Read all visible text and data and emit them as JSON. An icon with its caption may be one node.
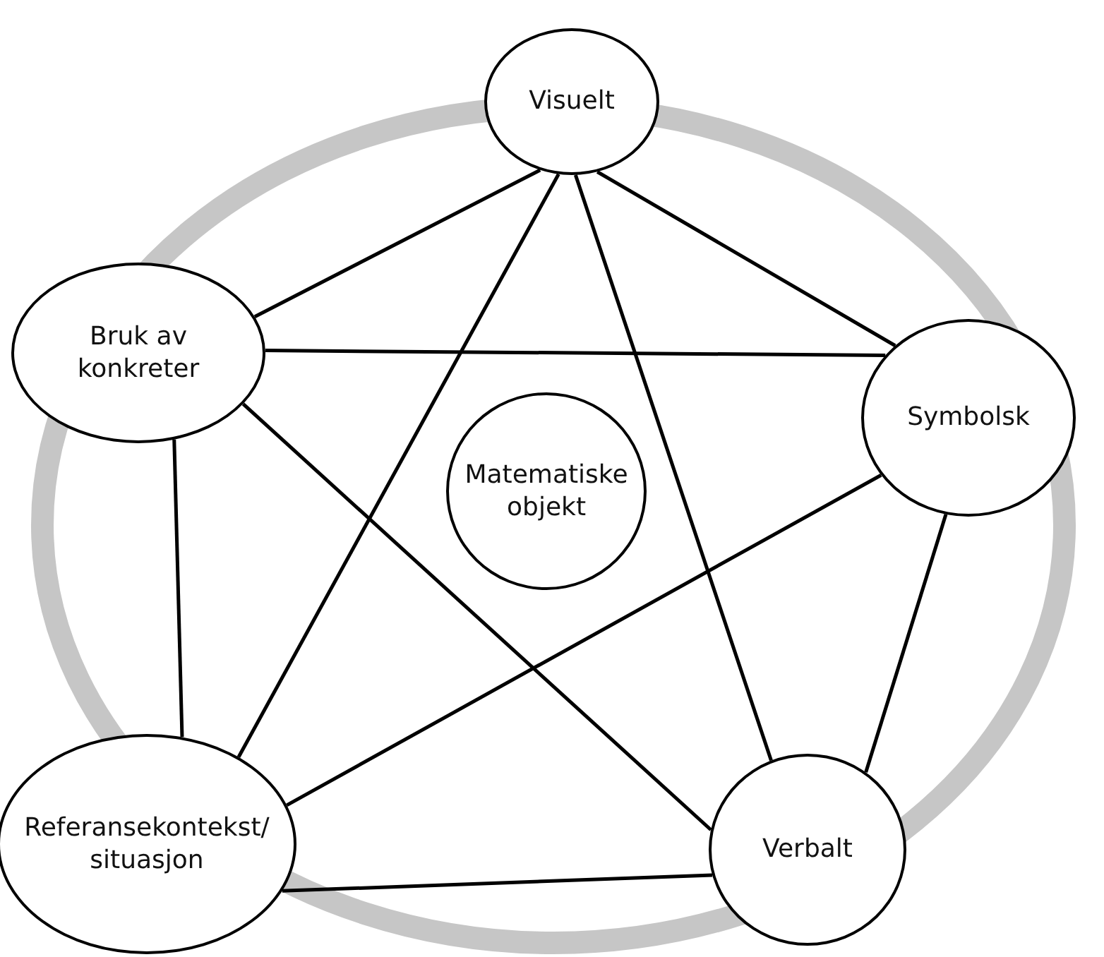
{
  "diagram": {
    "nodes": [
      {
        "text": [
          "Visuelt"
        ]
      },
      {
        "text": [
          "Bruk av konkreter"
        ]
      },
      {
        "text": [
          "Symbolsk"
        ]
      },
      {
        "text": [
          "Matematiske objekt"
        ]
      },
      {
        "text": [
          "Referansekontekst/ situasjon"
        ]
      },
      {
        "text": [
          "Verbalt"
        ]
      }
    ],
    "edges": [
      {
        "from": 0,
        "to": 1,
        "arrow": "none"
      },
      {
        "from": 0,
        "to": 2,
        "arrow": "none"
      },
      {
        "from": 0,
        "to": 4,
        "arrow": "none"
      },
      {
        "from": 0,
        "to": 5,
        "arrow": "none"
      },
      {
        "from": 1,
        "to": 2,
        "arrow": "none"
      },
      {
        "from": 1,
        "to": 5,
        "arrow": "none"
      },
      {
        "from": 1,
        "to": 4,
        "arrow": "none"
      },
      {
        "from": 2,
        "to": 4,
        "arrow": "none"
      },
      {
        "from": 2,
        "to": 5,
        "arrow": "none"
      },
      {
        "from": 4,
        "to": 5,
        "arrow": "none"
      }
    ]
  }
}
